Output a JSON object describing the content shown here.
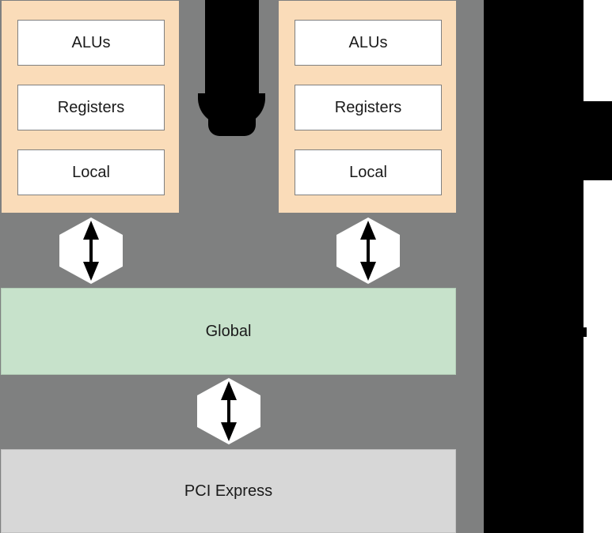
{
  "diagram": {
    "title": "GPU memory hierarchy diagram",
    "background_color": "#7f8080",
    "compute_units": [
      {
        "name": "compute-unit-left",
        "panel_color": "#fadcb9",
        "boxes": [
          {
            "label": "ALUs"
          },
          {
            "label": "Registers"
          },
          {
            "label": "Local"
          }
        ]
      },
      {
        "name": "compute-unit-right",
        "panel_color": "#fadcb9",
        "boxes": [
          {
            "label": "ALUs"
          },
          {
            "label": "Registers"
          },
          {
            "label": "Local"
          }
        ]
      }
    ],
    "memory_bars": [
      {
        "label": "Global",
        "color": "#c7e2cb"
      },
      {
        "label": "PCI Express",
        "color": "#d7d7d7"
      }
    ],
    "connectors": [
      {
        "name": "local-to-global-left",
        "kind": "bidirectional-arrow"
      },
      {
        "name": "local-to-global-right",
        "kind": "bidirectional-arrow"
      },
      {
        "name": "global-to-pci",
        "kind": "bidirectional-arrow"
      }
    ],
    "occlusions": [
      {
        "name": "top-center-black-probe"
      },
      {
        "name": "right-black-panel"
      }
    ]
  }
}
